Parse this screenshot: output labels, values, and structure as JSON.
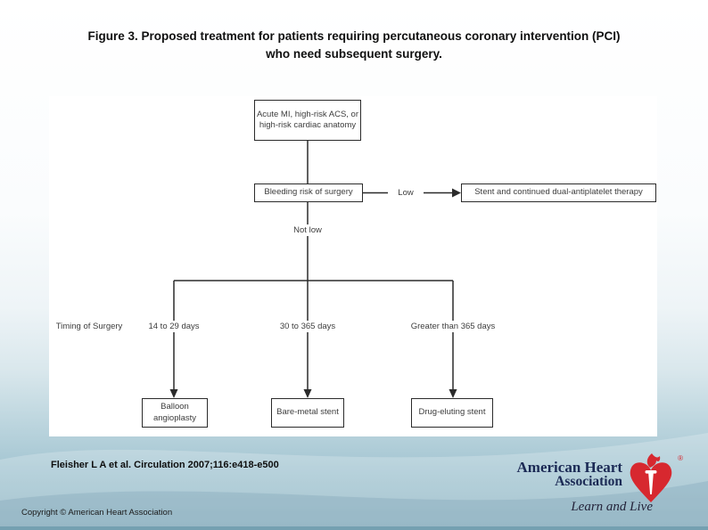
{
  "slide": {
    "title_line1": "Figure 3. Proposed treatment for patients requiring percutaneous coronary intervention (PCI)",
    "title_line2": "who need subsequent surgery.",
    "citation": "Fleisher L A et al. Circulation 2007;116:e418-e500",
    "copyright": "Copyright © American Heart Association",
    "colors": {
      "background_bottom": "#8db3c1",
      "panel": "#ffffff",
      "line": "#2b2b2b",
      "logo_red": "#d7282f",
      "logo_navy": "#1b2a55"
    }
  },
  "flowchart": {
    "nodes": {
      "acute": "Acute MI, high-risk ACS, or high-risk cardiac anatomy",
      "bleeding": "Bleeding risk of surgery",
      "stent_dual": "Stent and continued dual-antiplatelet therapy",
      "balloon": "Balloon angioplasty",
      "bare_metal": "Bare-metal stent",
      "drug_eluting": "Drug-eluting stent"
    },
    "labels": {
      "low": "Low",
      "not_low": "Not low",
      "timing": "Timing of Surgery",
      "branch1": "14 to 29 days",
      "branch2": "30 to 365 days",
      "branch3": "Greater than 365 days"
    }
  },
  "logo": {
    "name_line1": "American Heart",
    "name_line2": "Association",
    "tagline": "Learn and Live",
    "registered_mark": "®"
  }
}
